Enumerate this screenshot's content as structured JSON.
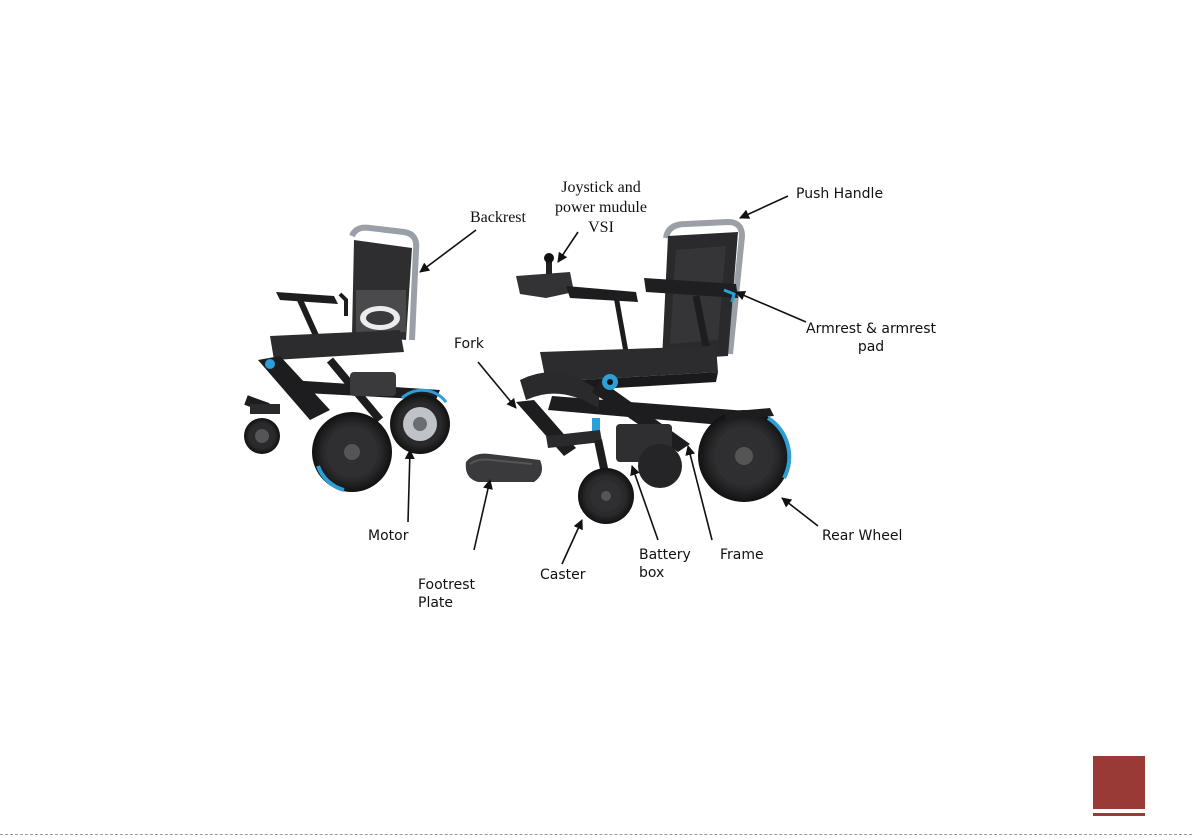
{
  "diagram": {
    "labels": {
      "backrest": "Backrest",
      "joystick": [
        "Joystick and",
        "power mudule",
        "VSI"
      ],
      "push_handle": "Push Handle",
      "armrest": [
        "Armrest & armrest",
        "pad"
      ],
      "fork": "Fork",
      "motor": "Motor",
      "footrest": [
        "Footrest",
        "Plate"
      ],
      "caster": "Caster",
      "battery": [
        "Battery",
        "box"
      ],
      "frame": "Frame",
      "rear_wheel": "Rear Wheel"
    }
  },
  "colors": {
    "frame_black": "#1d1d1f",
    "seat_gray": "#2c2c2e",
    "accent_blue": "#2b9fd6",
    "page_mark": "#993a36"
  }
}
